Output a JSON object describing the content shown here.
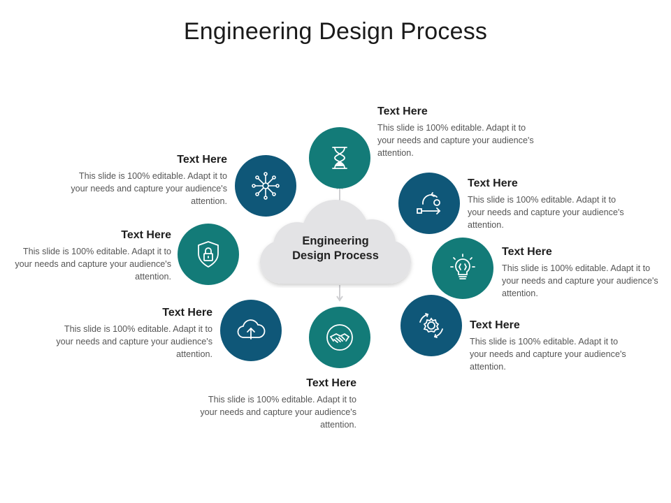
{
  "title": "Engineering Design Process",
  "center": {
    "line1": "Engineering",
    "line2": "Design Process"
  },
  "colors": {
    "teal": "#137b78",
    "navy": "#0f5778",
    "cloud": "#e3e3e5"
  },
  "steps": [
    {
      "icon": "hourglass-icon",
      "heading": "Text Here",
      "text": "This slide is 100% editable. Adapt it to your needs and capture your audience's attention."
    },
    {
      "icon": "process-arrows-icon",
      "heading": "Text Here",
      "text": "This slide is 100% editable. Adapt it to your needs and capture your audience's attention."
    },
    {
      "icon": "lightbulb-icon",
      "heading": "Text Here",
      "text": "This slide is 100% editable. Adapt it to your needs and capture your audience's attention."
    },
    {
      "icon": "gear-cycle-icon",
      "heading": "Text Here",
      "text": "This slide is 100% editable. Adapt it to your needs and capture your audience's attention."
    },
    {
      "icon": "handshake-icon",
      "heading": "Text Here",
      "text": "This slide is 100% editable. Adapt it to your needs and capture your audience's attention."
    },
    {
      "icon": "cloud-upload-icon",
      "heading": "Text Here",
      "text": "This slide is 100% editable. Adapt it to your needs and capture your audience's attention."
    },
    {
      "icon": "shield-lock-icon",
      "heading": "Text Here",
      "text": "This slide is 100% editable. Adapt it to your needs and capture your audience's attention."
    },
    {
      "icon": "network-hub-icon",
      "heading": "Text Here",
      "text": "This slide is 100% editable. Adapt it to your needs and capture your audience's attention."
    }
  ]
}
